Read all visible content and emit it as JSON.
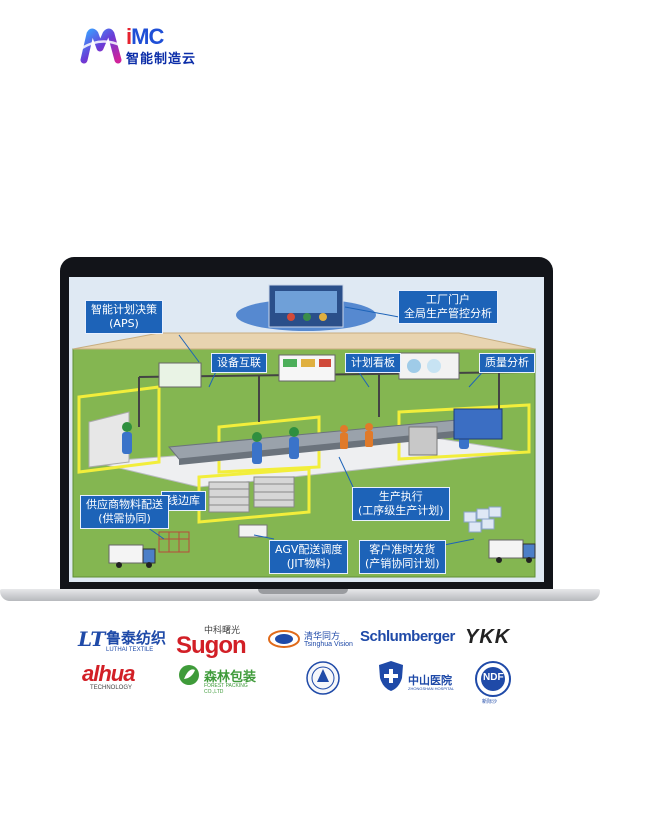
{
  "logo": {
    "brand_i": "i",
    "brand_mc": "MC",
    "subtitle": "智能制造云"
  },
  "colors": {
    "accent": "#1d63b8",
    "screen_green": "#7fb34f",
    "floor_grey": "#e4e6e8",
    "highlight_yellow": "#f2ee3b"
  },
  "diagram": {
    "labels": {
      "aps": "智能计划决策\n(APS)",
      "portal": "工厂门户\n全局生产管控分析",
      "iot": "设备互联",
      "kanban": "计划看板",
      "quality": "质量分析",
      "warehouse": "线边库",
      "supplier": "供应商物料配送\n(供需协同)",
      "execution": "生产执行\n(工序级生产计划)",
      "agv": "AGV配送调度\n(JIT物料)",
      "delivery": "客户准时发货\n(产销协同计划)"
    }
  },
  "clients": [
    {
      "icon": "lutai-logo",
      "text": "鲁泰纺织",
      "sub": "LUTHAI TEXTILE"
    },
    {
      "icon": "sugon-logo",
      "text": "Sugon",
      "sub": "中科曙光"
    },
    {
      "icon": "tsinghua-tongfang-logo",
      "text": "Tsinghua Vision",
      "sub": "清华同方"
    },
    {
      "icon": "schlumberger-logo",
      "text": "Schlumberger",
      "sub": ""
    },
    {
      "icon": "ykk-logo",
      "text": "YKK",
      "sub": ""
    },
    {
      "icon": "dahua-logo",
      "text": "alhua",
      "sub": "TECHNOLOGY"
    },
    {
      "icon": "senlin-logo",
      "text": "森林包装",
      "sub": "FOREST PACKING CO.,LTD"
    },
    {
      "icon": "emblem-logo",
      "text": "",
      "sub": ""
    },
    {
      "icon": "zhongshan-hospital-logo",
      "text": "中山医院",
      "sub": "ZHONGSHAN HOSPITAL"
    },
    {
      "icon": "ndf-logo",
      "text": "NDF",
      "sub": "新际沙"
    }
  ]
}
